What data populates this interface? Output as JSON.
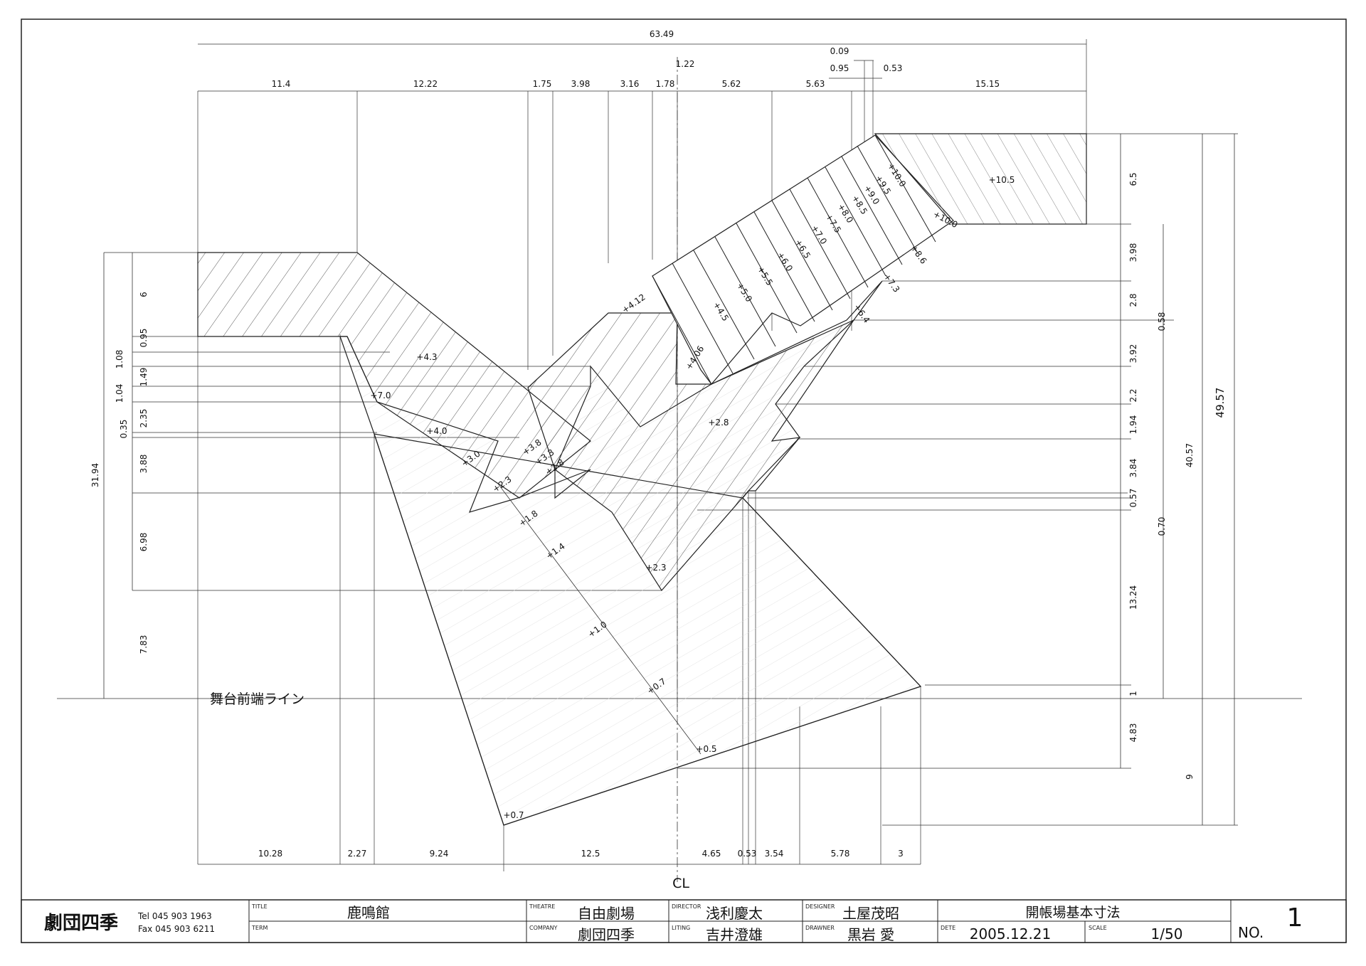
{
  "drawing": {
    "top_dims": {
      "overall": "63.49",
      "tiny_gap": "0.09",
      "top_left_a": "0.95",
      "top_right_a": "0.53",
      "extra_small": "1.22",
      "row": [
        "11.4",
        "12.22",
        "1.75",
        "3.98",
        "3.16",
        "1.78",
        "5.62",
        "5.63",
        "15.15"
      ]
    },
    "bottom_dims": [
      "10.28",
      "2.27",
      "9.24",
      "12.5",
      "4.65",
      "0.53",
      "3.54",
      "5.78",
      "3"
    ],
    "left_dims": {
      "overall": "31.94",
      "col": [
        "6",
        "0.95",
        "3.88",
        "6.98",
        "7.83"
      ],
      "inner_a": [
        "1.08",
        "1.49",
        "1.04",
        "0.35"
      ],
      "inner_b": "2.35"
    },
    "right_dims": {
      "col": [
        "6.5",
        "3.98",
        "2.8",
        "3.92",
        "2.2",
        "1.94",
        "3.84",
        "0.57",
        "13.24",
        "1",
        "4.83"
      ],
      "small_a": "0.58",
      "small_b": "0.70",
      "mid": "40.57",
      "overall": "49.57",
      "bottom": "9"
    },
    "levels": [
      "+10.5",
      "+10.0",
      "+9.5",
      "+9.0",
      "+8.5",
      "+8.0",
      "+7.5",
      "+7.0",
      "+6.5",
      "+6.0",
      "+5.5",
      "+5.0",
      "+4.5",
      "+4.12",
      "+4.06",
      "+10.0",
      "+8.6",
      "+7.3",
      "+6.4",
      "+4.3",
      "+7.0",
      "+4.0",
      "+3.0",
      "+3.8",
      "+3.3",
      "+2.8",
      "+2.3",
      "+1.8",
      "+1.4",
      "+1.0",
      "+0.7",
      "+0.5",
      "+0.7",
      "+2.8",
      "+2.3"
    ],
    "stage_front_line": "舞台前端ライン",
    "centerline": "CL"
  },
  "title_block": {
    "company_name": "劇団四季",
    "tel": "Tel  045 903 1963",
    "fax": "Fax 045 903 6211",
    "title_label": "TITLE",
    "title_value": "鹿鳴館",
    "term_label": "TERM",
    "theatre_label": "THEATRE",
    "theatre_value": "自由劇場",
    "company_label": "COMPANY",
    "company_value": "劇団四季",
    "director_label": "DIRECTOR",
    "director_value": "浅利慶太",
    "lighting_label": "LITING",
    "lighting_value": "吉井澄雄",
    "designer_label": "DESIGNER",
    "designer_value": "土屋茂昭",
    "drawner_label": "DRAWNER",
    "drawner_value": "黒岩 愛",
    "subject_value": "開帳場基本寸法",
    "date_label": "DETE",
    "date_value": "2005.12.21",
    "scale_label": "SCALE",
    "scale_value": "1/50",
    "no_label": "NO.",
    "no_value": "1"
  }
}
